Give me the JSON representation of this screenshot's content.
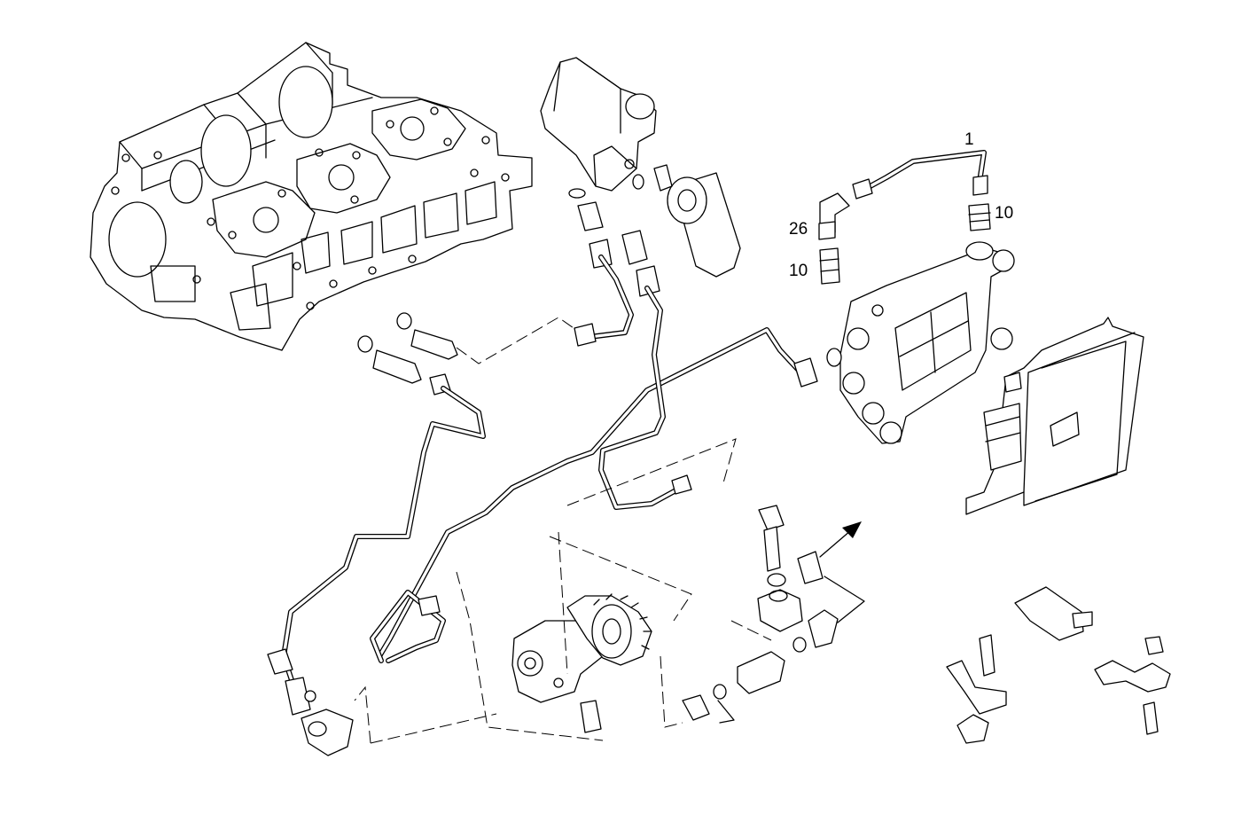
{
  "callouts": {
    "part_1": "1",
    "part_10_top": "10",
    "part_26": "26",
    "part_10_left": "10"
  },
  "colors": {
    "line": "#000000",
    "background": "#ffffff"
  }
}
